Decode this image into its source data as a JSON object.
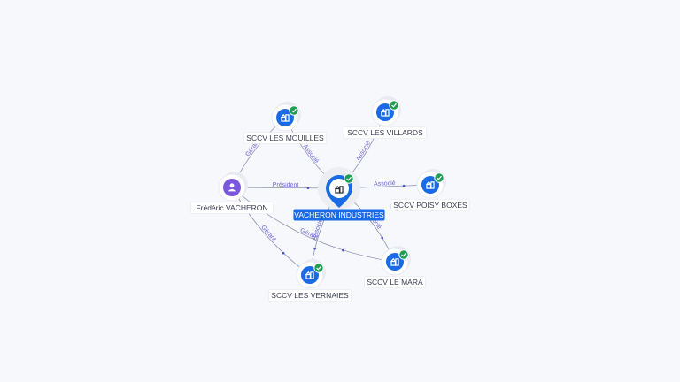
{
  "graph": {
    "center": {
      "label": "VACHERON INDUSTRIES",
      "icon": "building-icon",
      "verified": true,
      "color": "#1a6ae6"
    },
    "person": {
      "label": "Frédéric VACHERON",
      "icon": "person-icon",
      "color": "#7b57e0"
    },
    "companies": [
      {
        "id": "mouilles",
        "label": "SCCV LES MOUILLES",
        "icon": "building-icon",
        "verified": true
      },
      {
        "id": "villards",
        "label": "SCCV LES VILLARDS",
        "icon": "building-icon",
        "verified": true
      },
      {
        "id": "poisy",
        "label": "SCCV POISY BOXES",
        "icon": "building-icon",
        "verified": true
      },
      {
        "id": "mara",
        "label": "SCCV LE MARA",
        "icon": "building-icon",
        "verified": true
      },
      {
        "id": "vernaies",
        "label": "SCCV LES VERNAIES",
        "icon": "building-icon",
        "verified": true
      }
    ],
    "edges": [
      {
        "from": "person",
        "to": "center",
        "label": "Président"
      },
      {
        "from": "person",
        "to": "mouilles",
        "label": "Gérant"
      },
      {
        "from": "person",
        "to": "vernaies",
        "label": "Gérant"
      },
      {
        "from": "person",
        "to": "mara",
        "label": "Gérant"
      },
      {
        "from": "center",
        "to": "mouilles",
        "label": "Associé"
      },
      {
        "from": "center",
        "to": "villards",
        "label": "Associé"
      },
      {
        "from": "center",
        "to": "poisy",
        "label": "Associé"
      },
      {
        "from": "center",
        "to": "mara",
        "label": "Associé"
      },
      {
        "from": "center",
        "to": "vernaies",
        "label": "Associé"
      }
    ],
    "colors": {
      "company_icon": "#1a6ae6",
      "verified_badge": "#1f9d55",
      "edge": "#8a8fb0",
      "edge_label": "#6a63d8"
    }
  }
}
